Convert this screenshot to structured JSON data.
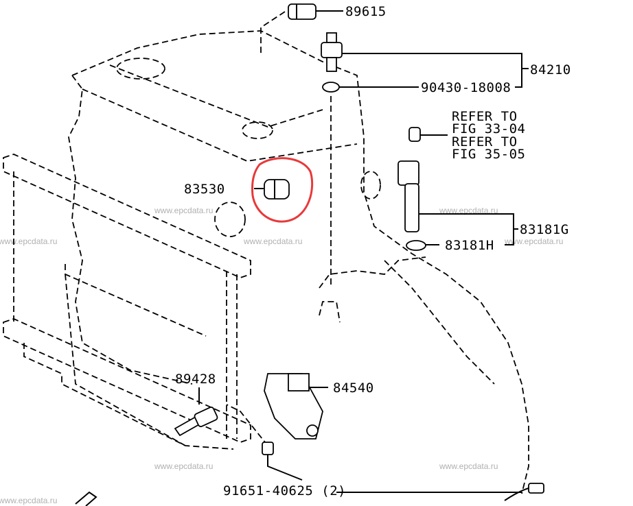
{
  "diagram": {
    "parts": {
      "p89615": "89615",
      "p84210": "84210",
      "p90430": "90430-18008",
      "refer1a": "REFER TO",
      "refer1b": "FIG 33-04",
      "refer2a": "REFER TO",
      "refer2b": "FIG 35-05",
      "p83530": "83530",
      "p83181g": "83181G",
      "p83181h": "83181H",
      "p89428": "89428",
      "p84540": "84540",
      "p91651": "91651-40625 (2)"
    },
    "watermark": "www.epcdata.ru",
    "highlight_color": "#e8393a"
  }
}
